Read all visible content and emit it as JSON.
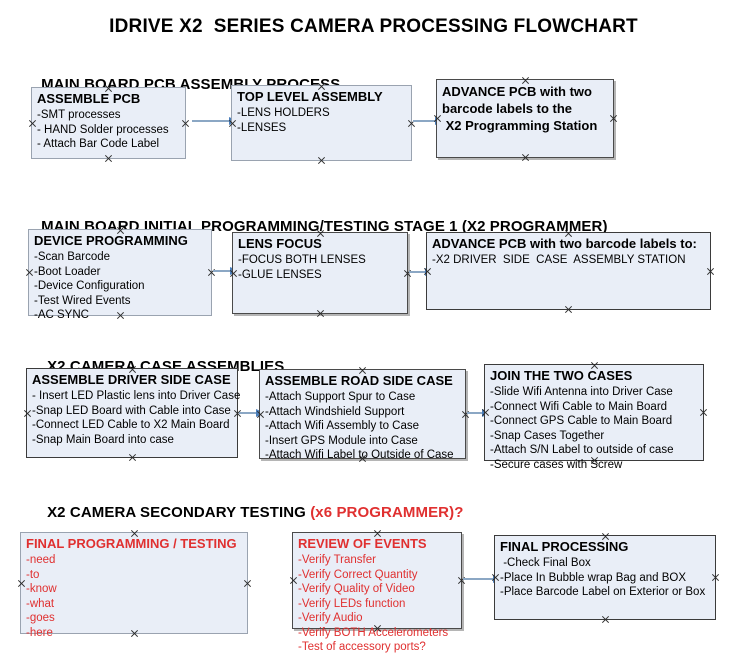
{
  "document": {
    "title": "IDRIVE X2  SERIES CAMERA PROCESSING FLOWCHART"
  },
  "colors": {
    "box_fill": "#e9eef7",
    "box_border": "#9aa3b0",
    "box_border_selected": "#3b3b3b",
    "arrow": "#4a7ebb",
    "accent_red": "#e03030",
    "text": "#000000"
  },
  "sections": [
    {
      "heading": "MAIN BOARD PCB ASSEMBLY PROCESS",
      "heading_accent": "",
      "nodes": [
        {
          "title": "ASSEMBLE PCB",
          "lines": [
            "-SMT processes",
            "- HAND Solder processes",
            "- Attach Bar Code Label"
          ]
        },
        {
          "title": "TOP LEVEL ASSEMBLY",
          "lines": [
            "-LENS HOLDERS",
            "-LENSES"
          ]
        },
        {
          "title_lines": [
            "ADVANCE PCB with two",
            "barcode labels to the",
            " X2 Programming Station"
          ],
          "lines": []
        }
      ]
    },
    {
      "heading": "MAIN BOARD INITIAL PROGRAMMING/TESTING STAGE 1 (X2 PROGRAMMER)",
      "heading_accent": "",
      "nodes": [
        {
          "title": "DEVICE PROGRAMMING",
          "lines": [
            "-Scan Barcode",
            "-Boot Loader",
            "-Device Configuration",
            "-Test Wired Events",
            "-AC SYNC"
          ]
        },
        {
          "title": "LENS FOCUS",
          "lines": [
            "-FOCUS BOTH LENSES",
            "-GLUE LENSES"
          ]
        },
        {
          "title": "ADVANCE PCB with two barcode labels to:",
          "lines": [
            "-X2 DRIVER  SIDE  CASE  ASSEMBLY STATION"
          ]
        }
      ]
    },
    {
      "heading": "X2 CAMERA CASE ASSEMBLIES",
      "heading_accent": "",
      "nodes": [
        {
          "title": "ASSEMBLE DRIVER SIDE CASE",
          "lines": [
            "- Insert LED Plastic lens into Driver Case",
            "-Snap LED Board with Cable into Case",
            "-Connect LED Cable to X2 Main Board",
            "-Snap Main Board into case"
          ]
        },
        {
          "title": "ASSEMBLE ROAD SIDE CASE",
          "lines": [
            "-Attach Support Spur to Case",
            "-Attach Windshield Support",
            "-Attach Wifi Assembly to Case",
            "-Insert GPS Module into Case",
            "-Attach Wifi Label to Outside of Case"
          ]
        },
        {
          "title": "JOIN THE TWO CASES",
          "lines": [
            "-Slide Wifi Antenna into Driver Case",
            "-Connect Wifi Cable to Main Board",
            "-Connect GPS Cable to Main Board",
            "-Snap Cases Together",
            "-Attach S/N Label to outside of case",
            "-Secure cases with Screw"
          ]
        }
      ]
    },
    {
      "heading": "X2 CAMERA SECONDARY TESTING ",
      "heading_accent": "(x6 PROGRAMMER)?",
      "nodes": [
        {
          "title": "FINAL PROGRAMMING / TESTING",
          "lines": [
            "-need",
            "-to",
            "-know",
            "-what",
            "-goes",
            "-here"
          ]
        },
        {
          "title": "REVIEW OF EVENTS",
          "lines": [
            "-Verify Transfer",
            "-Verify Correct Quantity",
            "-Verify Quality of Video",
            "-Verify LEDs function",
            "-Verify Audio",
            "-Verify BOTH Accelerometers",
            "-Test of accessory ports?"
          ]
        },
        {
          "title": "FINAL PROCESSING",
          "lines": [
            " -Check Final Box",
            "-Place In Bubble wrap Bag and BOX",
            "-Place Barcode Label on Exterior or Box"
          ]
        }
      ]
    }
  ]
}
